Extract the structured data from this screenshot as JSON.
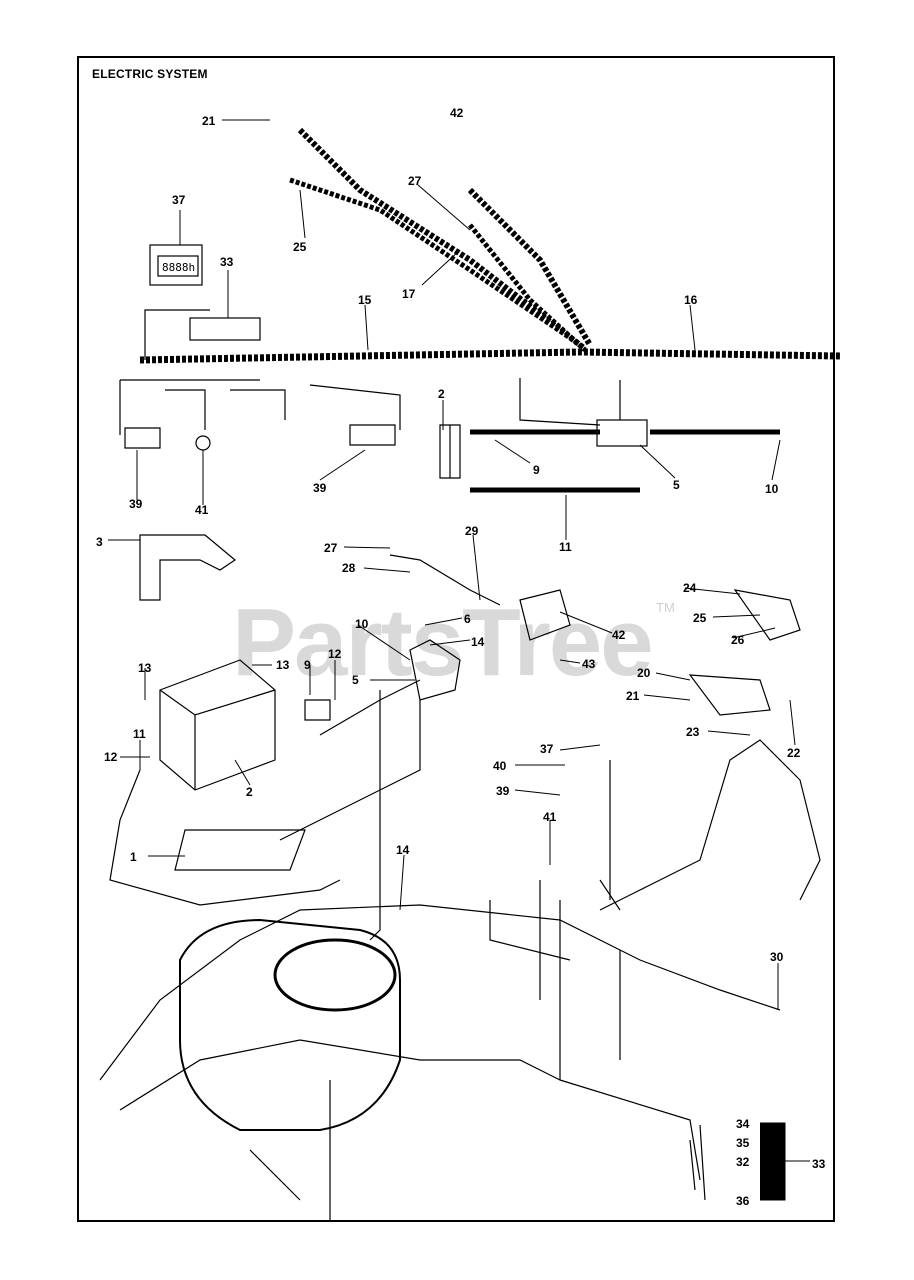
{
  "title": "ELECTRIC SYSTEM",
  "watermark": "PartsTree",
  "watermark_tm": "TM",
  "display_text": "8888h",
  "labels": [
    "21",
    "42",
    "27",
    "37",
    "33",
    "25",
    "17",
    "15",
    "16",
    "2",
    "9",
    "5",
    "10",
    "39",
    "41",
    "39",
    "11",
    "3",
    "29",
    "27",
    "28",
    "24",
    "25",
    "26",
    "6",
    "42",
    "14",
    "13",
    "13",
    "9",
    "12",
    "10",
    "5",
    "43",
    "20",
    "21",
    "22",
    "23",
    "11",
    "12",
    "2",
    "37",
    "40",
    "39",
    "41",
    "1",
    "14",
    "30",
    "34",
    "35",
    "32",
    "33",
    "36"
  ]
}
